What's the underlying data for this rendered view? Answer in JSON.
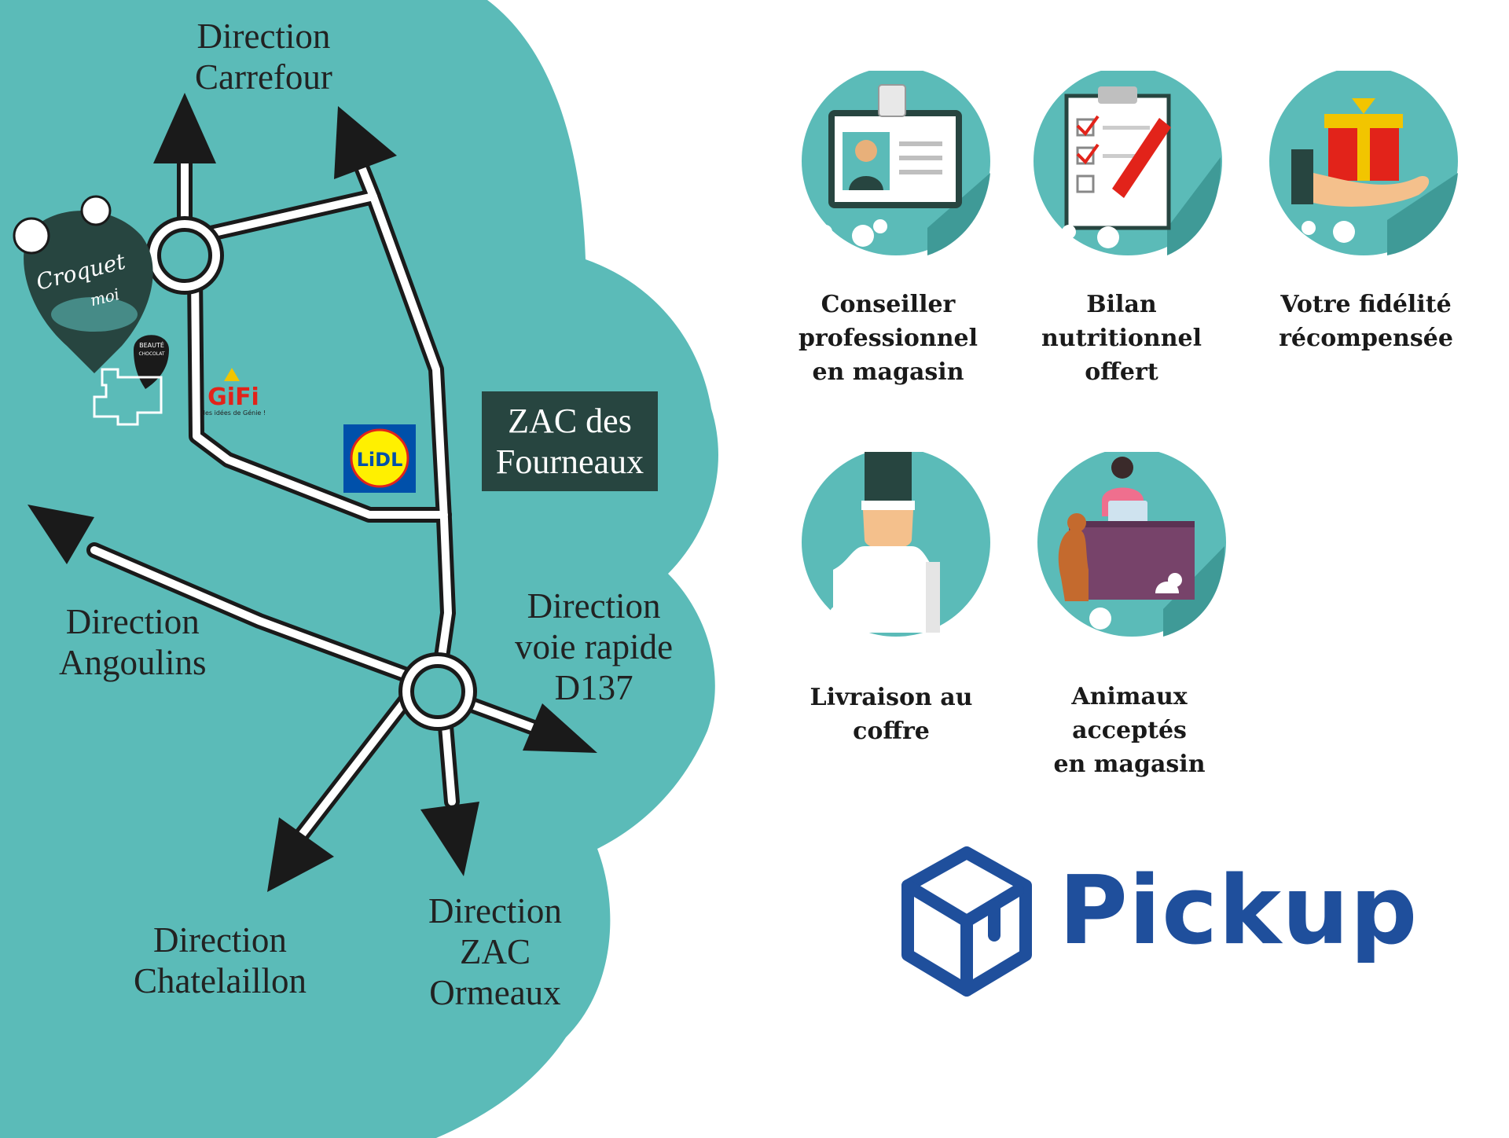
{
  "colors": {
    "teal": "#5bbbb8",
    "dark_teal": "#274540",
    "road_outline": "#1a1a1a",
    "pickup_blue": "#1f4f9c",
    "text": "#222222"
  },
  "map": {
    "directions": {
      "carrefour": [
        "Direction",
        "Carrefour"
      ],
      "angoulins": [
        "Direction",
        "Angoulins"
      ],
      "voie_rapide": [
        "Direction",
        "voie rapide",
        "D137"
      ],
      "chatelaillon": [
        "Direction",
        "Chatelaillon"
      ],
      "zac_ormeaux": [
        "Direction",
        "ZAC",
        "Ormeaux"
      ]
    },
    "zac_box": [
      "ZAC des",
      "Fourneaux"
    ],
    "pins": {
      "croquet_moi": [
        "Croquet",
        "moi"
      ],
      "beaute_chocolat": [
        "BEAUTÉ",
        "CHOCOLAT"
      ]
    },
    "logos": {
      "gifi": "GiFi",
      "gifi_tagline": "des idées de Génie !",
      "lidl": "LiDL"
    }
  },
  "features": [
    {
      "icon": "id-badge-icon",
      "lines": [
        "Conseiller",
        "professionnel",
        "en magasin"
      ]
    },
    {
      "icon": "clipboard-checklist-icon",
      "lines": [
        "Bilan",
        "nutritionnel",
        "offert"
      ]
    },
    {
      "icon": "gift-hand-icon",
      "lines": [
        "Votre fidélité",
        "récompensée"
      ]
    },
    {
      "icon": "delivery-bag-icon",
      "lines": [
        "Livraison au",
        "coffre"
      ]
    },
    {
      "icon": "pets-shop-icon",
      "lines": [
        "Animaux",
        "acceptés",
        "en magasin"
      ]
    }
  ],
  "pickup": {
    "label": "Pickup",
    "icon": "package-cube-icon"
  }
}
